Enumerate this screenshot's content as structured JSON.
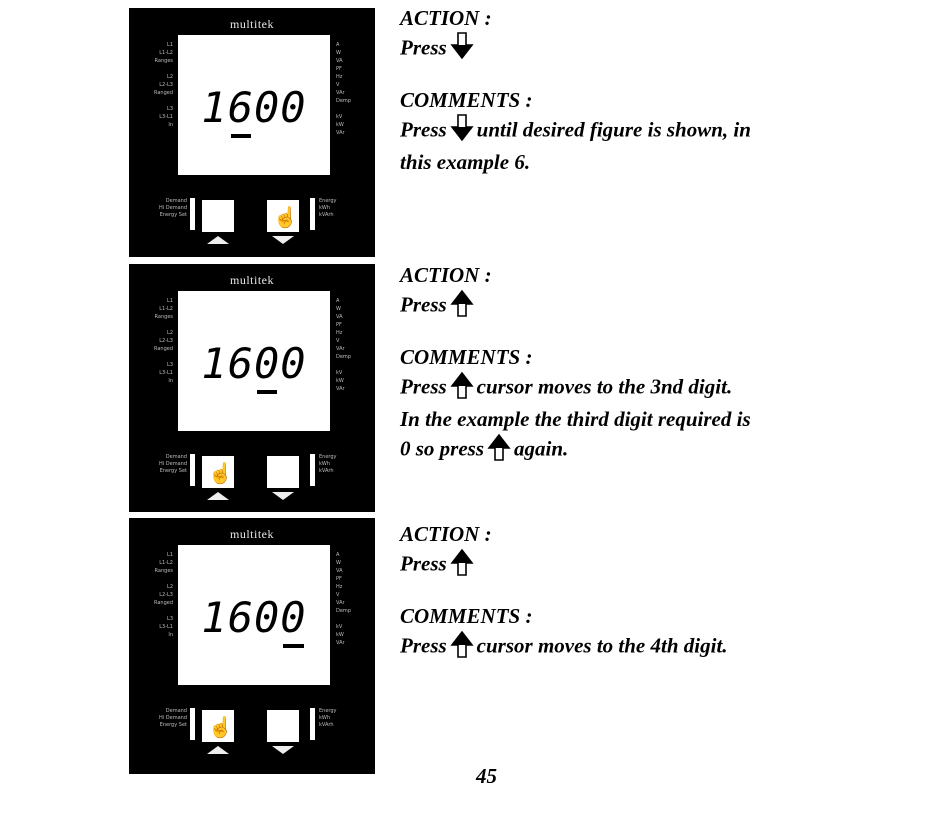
{
  "steps": [
    {
      "meter": {
        "brand": "multitek",
        "digits": [
          "1",
          "6",
          "0",
          "0"
        ],
        "cursor_index": 1,
        "left_labels": "L1\nL1-L2\nRanges\n\nL2\nL2-L3\nRanged\n\nL3\nL3-L1\nIn",
        "right_labels": "A\nW\nVA\nPF\nHz\nV\nVAr\nDemp\n\nkV\nkW\nVAr",
        "bottom_left_labels": "Demand\nHi Demand\nEnergy Set",
        "bottom_right_labels": "Energy\nkWh\nkVArh"
      },
      "action_label": "ACTION :",
      "action_text": "Press",
      "action_arrow": "down",
      "comments_label": "COMMENTS :",
      "comments": [
        {
          "before": "Press",
          "arrow": "down",
          "after": "until desired figure is shown, in"
        },
        {
          "before": "this example 6.",
          "arrow": null,
          "after": ""
        }
      ]
    },
    {
      "meter": {
        "brand": "multitek",
        "digits": [
          "1",
          "6",
          "0",
          "0"
        ],
        "cursor_index": 2,
        "left_labels": "L1\nL1-L2\nRanges\n\nL2\nL2-L3\nRanged\n\nL3\nL3-L1\nIn",
        "right_labels": "A\nW\nVA\nPF\nHz\nV\nVAr\nDemp\n\nkV\nkW\nVAr",
        "bottom_left_labels": "Demand\nHi Demand\nEnergy Set",
        "bottom_right_labels": "Energy\nkWh\nkVArh"
      },
      "action_label": "ACTION :",
      "action_text": "Press",
      "action_arrow": "up",
      "comments_label": "COMMENTS :",
      "comments": [
        {
          "before": "Press",
          "arrow": "up",
          "after": "cursor moves to the 3nd digit."
        },
        {
          "before": "In the example the third digit required is",
          "arrow": null,
          "after": ""
        },
        {
          "before": "0 so press",
          "arrow": "up",
          "after": "again."
        }
      ]
    },
    {
      "meter": {
        "brand": "multitek",
        "digits": [
          "1",
          "6",
          "0",
          "0"
        ],
        "cursor_index": 3,
        "left_labels": "L1\nL1-L2\nRanges\n\nL2\nL2-L3\nRanged\n\nL3\nL3-L1\nIn",
        "right_labels": "A\nW\nVA\nPF\nHz\nV\nVAr\nDemp\n\nkV\nkW\nVAr",
        "bottom_left_labels": "Demand\nHi Demand\nEnergy Set",
        "bottom_right_labels": "Energy\nkWh\nkVArh"
      },
      "action_label": "ACTION :",
      "action_text": "Press",
      "action_arrow": "up",
      "comments_label": "COMMENTS :",
      "comments": [
        {
          "before": "Press",
          "arrow": "up",
          "after": "cursor moves to the 4th digit."
        }
      ]
    }
  ],
  "page_number": "45",
  "icons": {
    "down": "arrow-down-outline-icon",
    "up": "arrow-up-outline-icon",
    "hand": "pointing-hand-icon"
  }
}
